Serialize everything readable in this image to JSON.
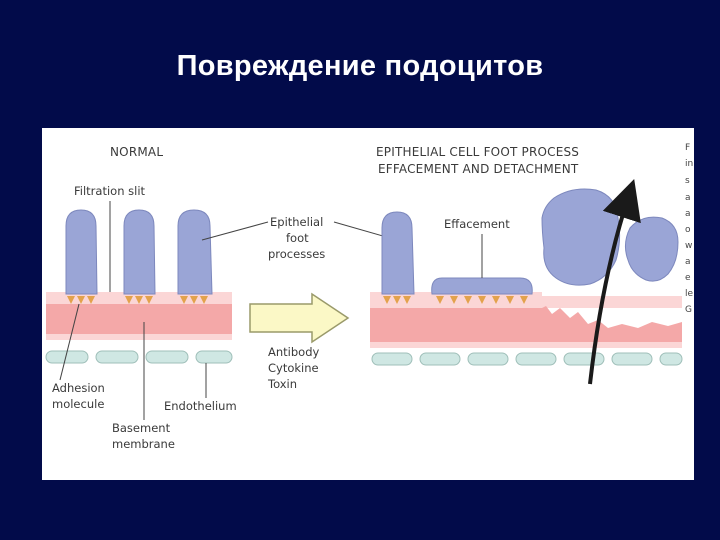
{
  "slide": {
    "title": "Повреждение подоцитов"
  },
  "figure": {
    "normal_header": "NORMAL",
    "injury_header_line1": "EPITHELIAL CELL FOOT PROCESS",
    "injury_header_line2": "EFFACEMENT AND DETACHMENT",
    "labels": {
      "filtration_slit": "Filtration slit",
      "epithelial_line1": "Epithelial",
      "epithelial_line2": "foot",
      "epithelial_line3": "processes",
      "effacement": "Effacement",
      "adhesion_line1": "Adhesion",
      "adhesion_line2": "molecule",
      "basement_line1": "Basement",
      "basement_line2": "membrane",
      "endothelium": "Endothelium",
      "agent_line1": "Antibody",
      "agent_line2": "Cytokine",
      "agent_line3": "Toxin"
    },
    "cutoff_text_letters": [
      "F",
      "in",
      "s",
      "a",
      "a",
      "o",
      "w",
      "a",
      "e",
      "le",
      "G"
    ]
  },
  "colors": {
    "background": "#020b4a",
    "podocyte": "#9aa5d6",
    "basement_membrane": "#f4a8a8",
    "lamina": "#fbd6d6",
    "endothelium": "#cfe7e3",
    "adhesion": "#e3a24c",
    "arrow_fill": "#fbf8c6"
  }
}
